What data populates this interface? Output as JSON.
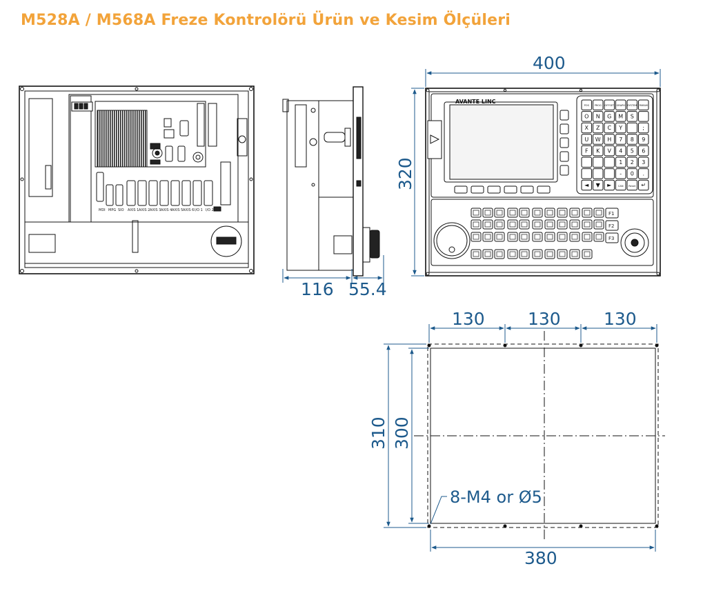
{
  "title": "M528A / M568A Freze Kontrolörü Ürün ve Kesim Ölçüleri",
  "front_panel": {
    "brand": "AVANTE LINC",
    "key_rows": [
      [
        "POS",
        "PROG",
        "OFFSET",
        "GRAPH",
        "SYSTEM",
        "PARAM"
      ],
      [
        "O",
        "N",
        "G",
        "M",
        "S",
        ""
      ],
      [
        "X",
        "Z",
        "C",
        "Y",
        "",
        ";"
      ],
      [
        "U",
        "W",
        "H",
        "7",
        "8",
        "9"
      ],
      [
        "F",
        "K",
        "V",
        "4",
        "5",
        "6"
      ],
      [
        "",
        "",
        "",
        "1",
        "2",
        "3"
      ],
      [
        "",
        "",
        "",
        "-",
        "0",
        "."
      ],
      [
        "◄",
        "▼",
        "►",
        "CAN",
        "Reset",
        "↵"
      ]
    ],
    "function_keys": [
      "F1",
      "F2",
      "F3"
    ]
  },
  "dimensions": {
    "width_front": "400",
    "height_front": "320",
    "depth_body": "116",
    "depth_handwheel": "55.4",
    "cutout_spacing": [
      "130",
      "130",
      "130"
    ],
    "cutout_outer_height": "310",
    "cutout_inner_height": "300",
    "cutout_width": "380",
    "hole_note": "8-M4 or Ø5"
  },
  "colors": {
    "title": "#f2a33a",
    "dimension": "#1d5a8c",
    "drawing": "#111111"
  }
}
